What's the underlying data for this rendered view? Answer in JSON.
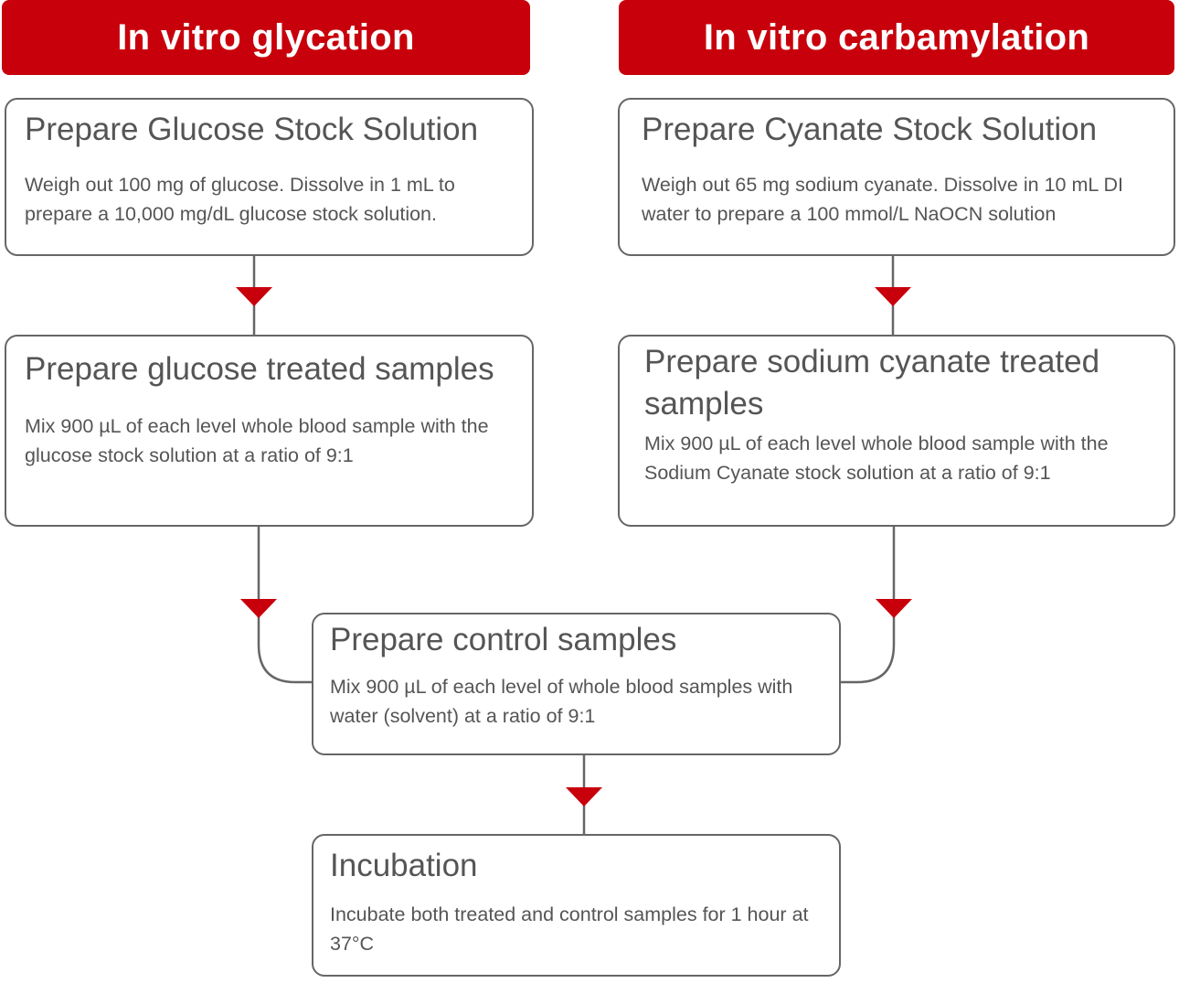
{
  "headers": {
    "glycation": "In vitro glycation",
    "carbamylation": "In vitro carbamylation"
  },
  "steps": {
    "glucose_stock": {
      "title": "Prepare Glucose Stock Solution",
      "desc": "Weigh out 100 mg of glucose. Dissolve in 1 mL to prepare a 10,000 mg/dL glucose stock solution."
    },
    "cyanate_stock": {
      "title": "Prepare Cyanate Stock Solution",
      "desc": "Weigh out 65 mg sodium cyanate. Dissolve in 10 mL DI water to prepare a 100 mmol/L NaOCN solution"
    },
    "glucose_samples": {
      "title": "Prepare glucose treated samples",
      "desc": "Mix 900 µL of each level whole blood sample with the glucose stock solution at a ratio of 9:1"
    },
    "cyanate_samples": {
      "title": "Prepare sodium cyanate treated samples",
      "desc": "Mix 900 µL of each level whole blood sample with the Sodium Cyanate stock solution at a ratio of 9:1"
    },
    "control_samples": {
      "title": "Prepare control samples",
      "desc": "Mix 900 µL of each level of whole blood samples with water (solvent) at a ratio of 9:1"
    },
    "incubation": {
      "title": "Incubation",
      "desc": "Incubate both treated and control samples for 1 hour at 37°C"
    }
  },
  "colors": {
    "accent": "#c8000b",
    "border": "#666666",
    "text": "#555555"
  }
}
